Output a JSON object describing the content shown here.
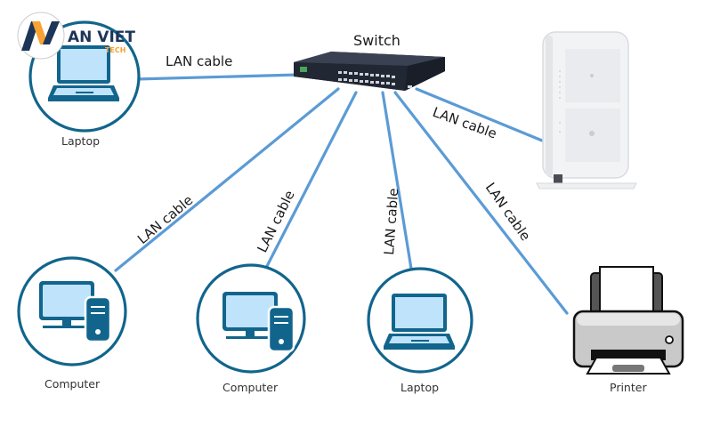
{
  "logo": {
    "brand": "AN VIET",
    "sub": "TECH",
    "colors": {
      "navy": "#1d3557",
      "orange": "#f7a233"
    }
  },
  "switch": {
    "label": "Switch",
    "icon": "network-switch-icon"
  },
  "router": {
    "icon": "wifi-router-icon"
  },
  "cable_label": "LAN cable",
  "cables": [
    {
      "to": "laptop-top",
      "label": "LAN cable"
    },
    {
      "to": "router",
      "label": "LAN cable"
    },
    {
      "to": "computer-1",
      "label": "LAN cable"
    },
    {
      "to": "computer-2",
      "label": "LAN cable"
    },
    {
      "to": "laptop-bottom",
      "label": "LAN cable"
    },
    {
      "to": "printer",
      "label": "LAN cable"
    }
  ],
  "nodes": {
    "laptop_top": {
      "label": "Laptop",
      "icon": "laptop-icon"
    },
    "computer_1": {
      "label": "Computer",
      "icon": "desktop-computer-icon"
    },
    "computer_2": {
      "label": "Computer",
      "icon": "desktop-computer-icon"
    },
    "laptop_bottom": {
      "label": "Laptop",
      "icon": "laptop-icon"
    },
    "printer": {
      "label": "Printer",
      "icon": "printer-icon"
    }
  },
  "colors": {
    "cable": "#5b9bd5",
    "icon_dark": "#11658c",
    "icon_light": "#bfe3fb"
  }
}
